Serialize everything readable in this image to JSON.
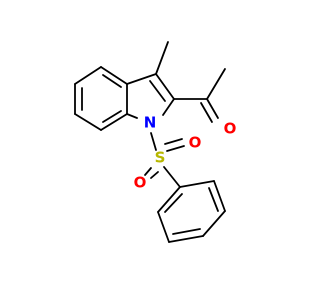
{
  "molecule": {
    "atoms": {
      "N1": {
        "symbol": "N",
        "color": "#0000ff"
      },
      "O_acetyl": {
        "symbol": "O",
        "color": "#ff0000"
      },
      "S1": {
        "symbol": "S",
        "color": "#b8b800"
      },
      "O_s1": {
        "symbol": "O",
        "color": "#ff0000"
      },
      "O_s2": {
        "symbol": "O",
        "color": "#ff0000"
      }
    }
  }
}
